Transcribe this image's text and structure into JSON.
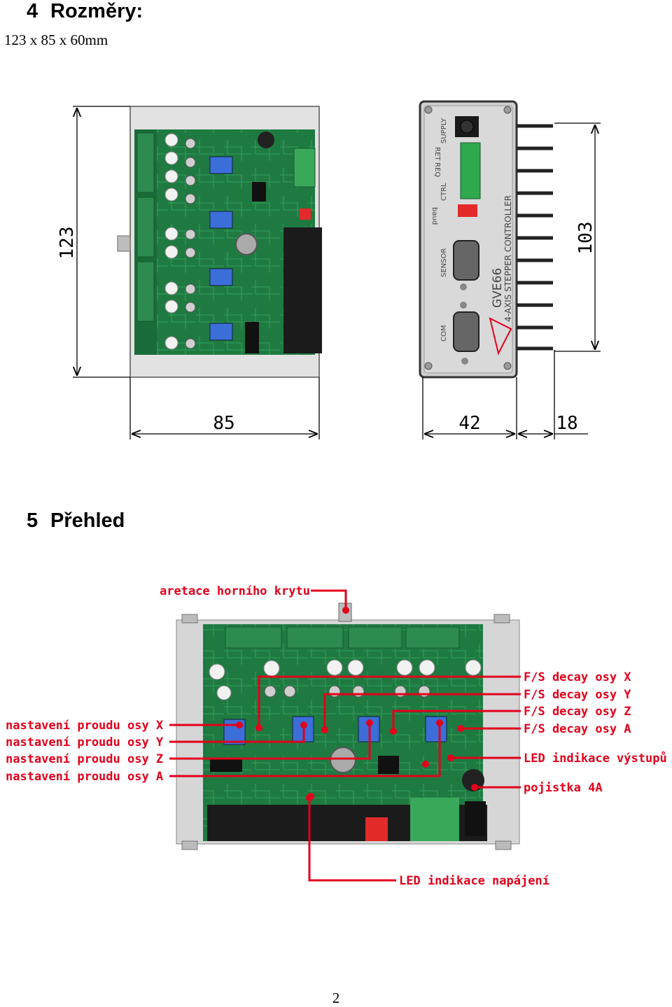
{
  "section4": {
    "number": "4",
    "title": "Rozměry:",
    "dimensions": "123 x 85 x 60mm"
  },
  "drawing": {
    "dim_height": "123",
    "dim_width": "85",
    "dim_depth": "42",
    "dim_connector": "18",
    "dim_panel_height": "103",
    "panel": {
      "supply": "SUPPLY",
      "ret": "RET",
      "req": "REQ",
      "ctrl": "CTRL",
      "baud": "baud",
      "sensor": "SENSOR",
      "com": "COM",
      "model": "GVE66",
      "subtitle": "4-AXIS STEPPER CONTROLLER"
    }
  },
  "section5": {
    "number": "5",
    "title": "Přehled"
  },
  "callouts": {
    "top_cover_latch": "aretace horního krytu",
    "fs_decay_x": "F/S decay osy X",
    "fs_decay_y": "F/S decay osy Y",
    "fs_decay_z": "F/S decay osy Z",
    "fs_decay_a": "F/S decay osy A",
    "current_x": "nastavení proudu osy X",
    "current_y": "nastavení proudu osy Y",
    "current_z": "nastavení proudu osy Z",
    "current_a": "nastavení proudu osy A",
    "led_outputs": "LED indikace výstupů",
    "fuse": "pojistka 4A",
    "led_power": "LED indikace napájení"
  },
  "page_number": "2",
  "colors": {
    "callout": "#e3001b",
    "pcb": "#1f7a42",
    "housing": "#cfcfcf"
  }
}
